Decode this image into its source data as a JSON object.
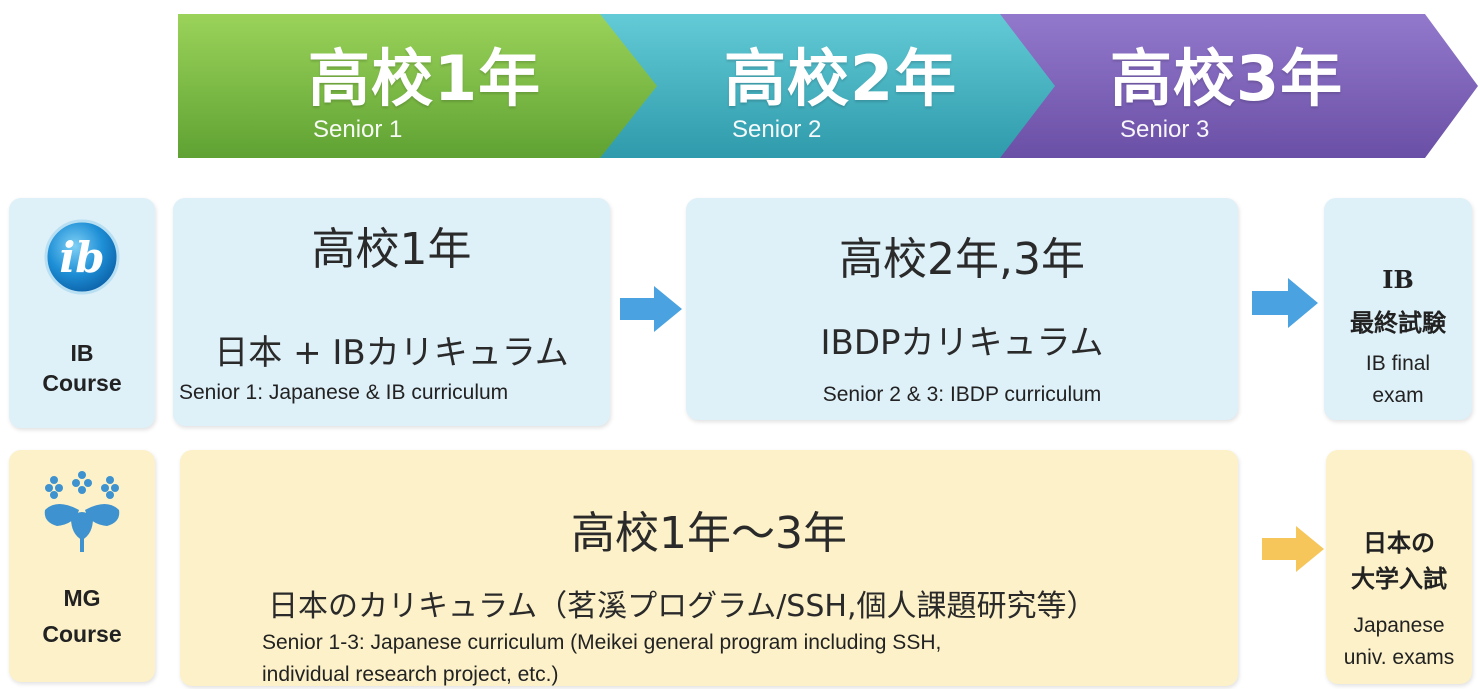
{
  "years": [
    {
      "title": "高校1年",
      "subtitle": "Senior 1",
      "color": "#7ab845"
    },
    {
      "title": "高校2年",
      "subtitle": "Senior 2",
      "color": "#42b6bf"
    },
    {
      "title": "高校3年",
      "subtitle": "Senior 3",
      "color": "#7d62b4"
    }
  ],
  "ib": {
    "label_line1": "IB",
    "label_line2": "Course",
    "icon": "ib-logo-icon",
    "box1_title": "高校1年",
    "box1_jp": "日本 + IBカリキュラム",
    "box1_en": "Senior 1: Japanese & IB curriculum",
    "box2_title": "高校2年,3年",
    "box2_jp": "IBDPカリキュラム",
    "box2_en": "Senior 2 & 3: IBDP curriculum",
    "final_line1": "IB",
    "final_line2": "最終試験",
    "final_en_line1": "IB final",
    "final_en_line2": "exam"
  },
  "mg": {
    "label_line1": "MG",
    "label_line2": "Course",
    "icon": "paulownia-crest-icon",
    "box_title": "高校1年～3年",
    "box_jp": "日本のカリキュラム（茗溪プログラム/SSH,個人課題研究等）",
    "box_en_line1": "Senior 1-3: Japanese curriculum (Meikei general program including SSH,",
    "box_en_line2": "individual research project, etc.)",
    "final_line1": "日本の",
    "final_line2": "大学入試",
    "final_en_line1": "Japanese",
    "final_en_line2": "univ. exams"
  },
  "colors": {
    "blue_box": "#def0f8",
    "yellow_box": "#fcf1c8",
    "blue_arrow": "#4aa3e0",
    "yellow_arrow": "#f6c65a"
  }
}
